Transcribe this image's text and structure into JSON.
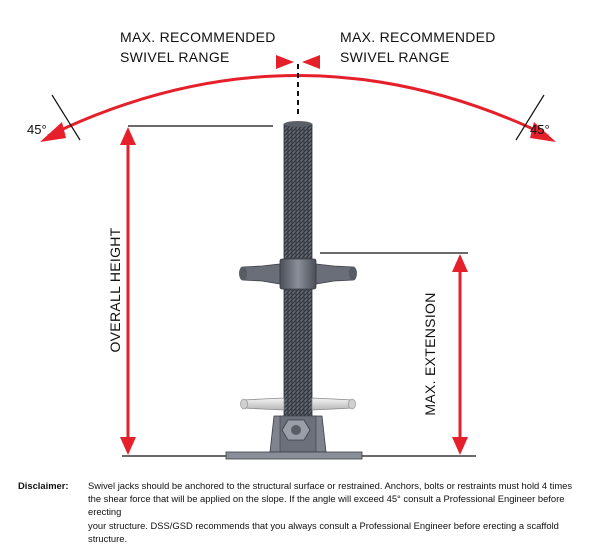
{
  "labels": {
    "left_swivel": [
      "MAX. RECOMMENDED",
      "SWIVEL RANGE"
    ],
    "right_swivel": [
      "MAX. RECOMMENDED",
      "SWIVEL RANGE"
    ],
    "left_angle": "45°",
    "right_angle": "45°",
    "overall_height": "OVERALL HEIGHT",
    "max_extension": "MAX. EXTENSION"
  },
  "disclaimer": {
    "label": "Disclaimer:",
    "lines": [
      "Swivel jacks should be anchored to the structural surface or restrained.  Anchors, bolts or restraints must hold 4 times",
      "the shear force that will be applied on the slope.  If the angle will exceed 45° consult a Professional Engineer before erecting",
      "your structure. DSS/GSD recommends that you always consult a Professional Engineer before erecting a scaffold structure."
    ]
  },
  "colors": {
    "arrow": "#e5202a",
    "steel_dark": "#4b4f58",
    "steel_mid": "#6d717b",
    "steel_light": "#9a9ea8",
    "handle_light": "#e6e6e6"
  }
}
